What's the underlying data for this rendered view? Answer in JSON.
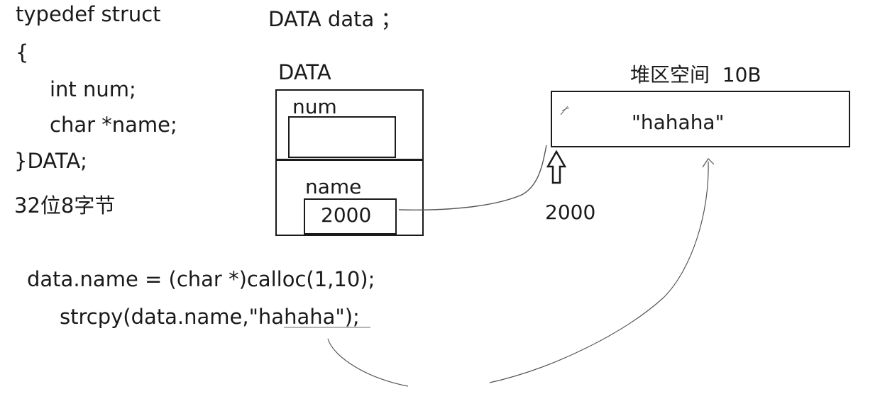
{
  "struct_code": {
    "line1": "typedef struct",
    "line2": "{",
    "line3": "int num;",
    "line4": "char *name;",
    "line5": "}DATA;",
    "size_note": "32位8字节"
  },
  "declaration": "DATA data ；",
  "struct_box": {
    "type_label": "DATA",
    "field1_label": "num",
    "field1_value": "",
    "field2_label": "name",
    "field2_value": "2000"
  },
  "heap": {
    "label": "堆区空间  10B",
    "content": "\"hahaha\"",
    "address": "2000"
  },
  "calls": {
    "calloc_line": "data.name = (char *)calloc(1,10);",
    "strcpy_line": "strcpy(data.name,\"hahaha\");"
  },
  "colors": {
    "ink": "#1a1a1a",
    "pencil": "#555555"
  }
}
